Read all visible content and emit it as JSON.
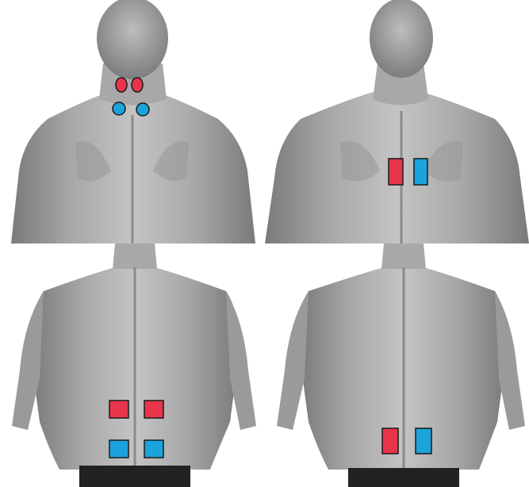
{
  "colors": {
    "background": "#ffffff",
    "skin_light": "#c9c9c9",
    "skin_mid": "#9e9e9e",
    "skin_dark": "#6f6f6f",
    "garment": "#222222",
    "electrode_red": "#e8354c",
    "electrode_blue": "#1ba3dc",
    "electrode_outline": "#1a1a1a"
  },
  "panels": [
    {
      "placement": "neck",
      "electrode_shape": "round",
      "electrode_count": 4
    },
    {
      "placement": "upper-back",
      "electrode_shape": "rectangular",
      "electrode_count": 2
    },
    {
      "placement": "lower-back",
      "electrode_shape": "square",
      "electrode_count": 4
    },
    {
      "placement": "lumbar",
      "electrode_shape": "rectangular",
      "electrode_count": 2
    }
  ]
}
